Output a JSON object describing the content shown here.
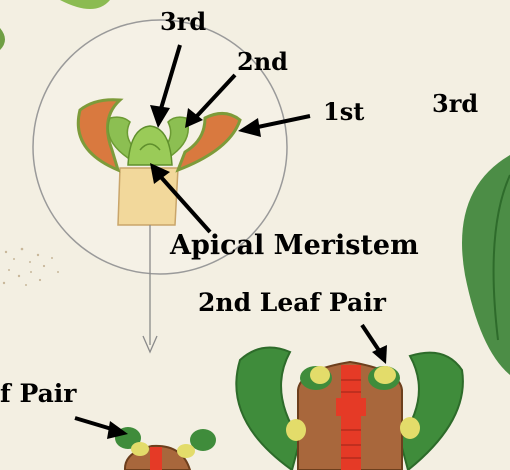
{
  "labels": {
    "third_top": "3rd",
    "second_top": "2nd",
    "first": "1st",
    "third_right": "3rd",
    "apical_meristem": "Apical Meristem",
    "second_leaf_pair": "2nd Leaf Pair",
    "first_leaf_pair_partial": "f Pair"
  },
  "colors": {
    "background": "#f3efe2",
    "leaf_green": "#3f8c3b",
    "leaf_dark": "#2d6b2a",
    "stem_brown": "#a8673c",
    "meristem_red": "#e53a26",
    "bud_yellow": "#e3dc6a",
    "pale_stem": "#f2d89b",
    "primordia_green": "#8cbf52",
    "primordia_orange": "#d9793f"
  }
}
